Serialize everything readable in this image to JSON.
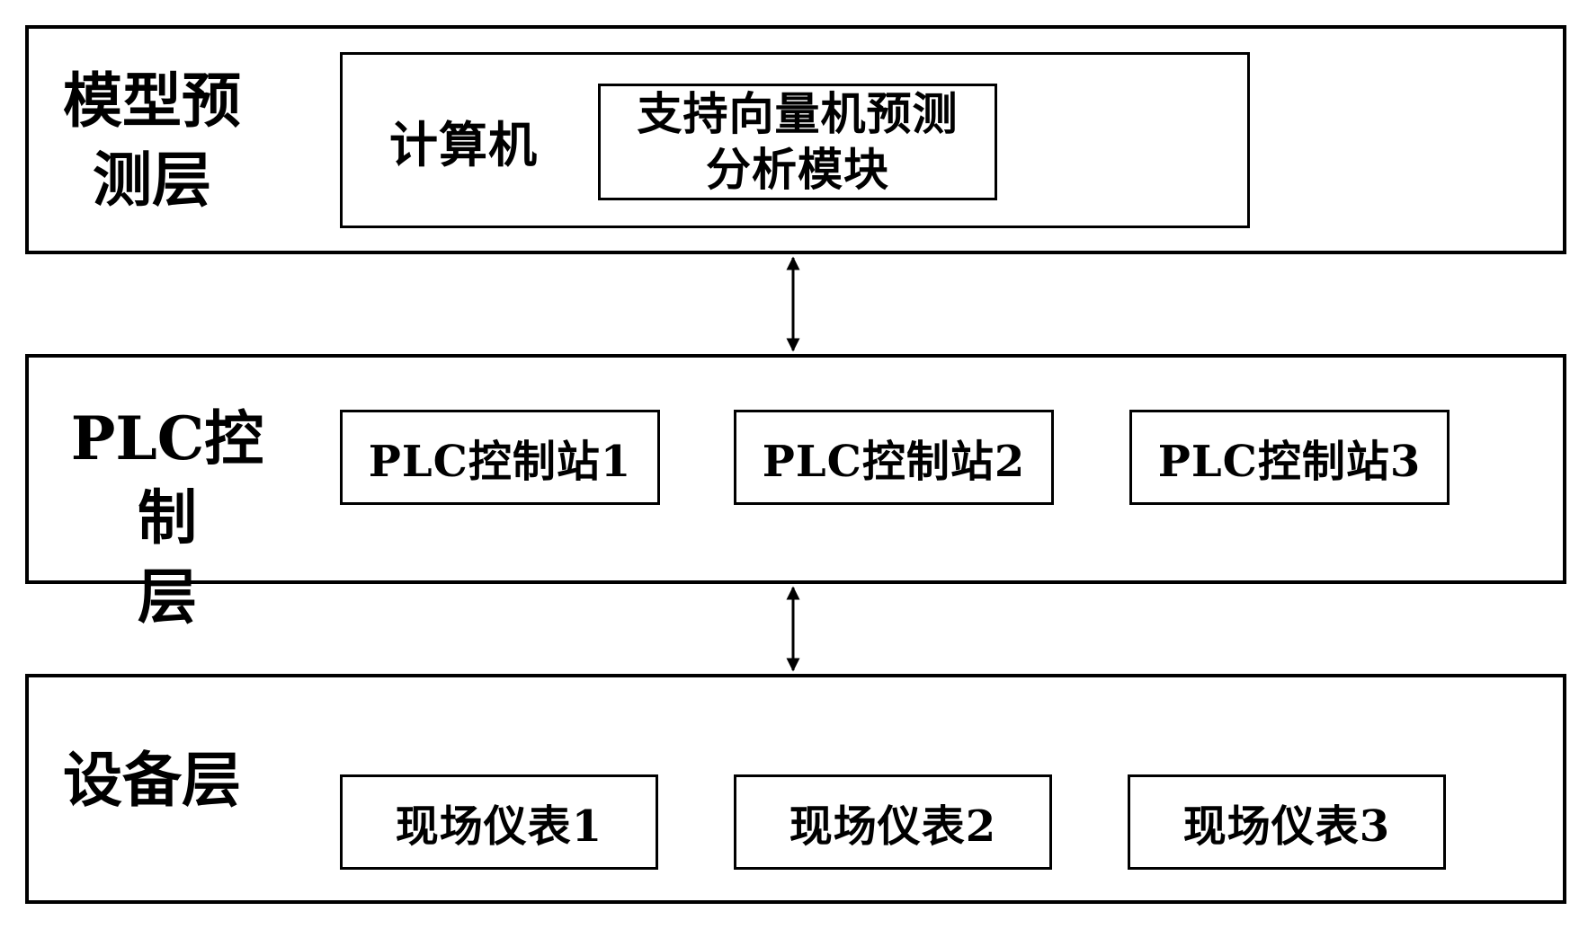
{
  "layers": {
    "model": {
      "label": "模型预\n测层",
      "computer_label": "计算机",
      "module_label": "支持向量机预测\n分析模块"
    },
    "plc": {
      "label": "PLC控制\n层",
      "stations": [
        "PLC控制站1",
        "PLC控制站2",
        "PLC控制站3"
      ]
    },
    "device": {
      "label": "设备层",
      "instruments": [
        "现场仪表1",
        "现场仪表2",
        "现场仪表3"
      ]
    }
  },
  "connectors": [
    {
      "from": "model",
      "to": "plc",
      "arrows": "both"
    },
    {
      "from": "plc",
      "to": "device",
      "arrows": "both"
    }
  ],
  "colors": {
    "line": "#000000",
    "background": "#ffffff"
  }
}
